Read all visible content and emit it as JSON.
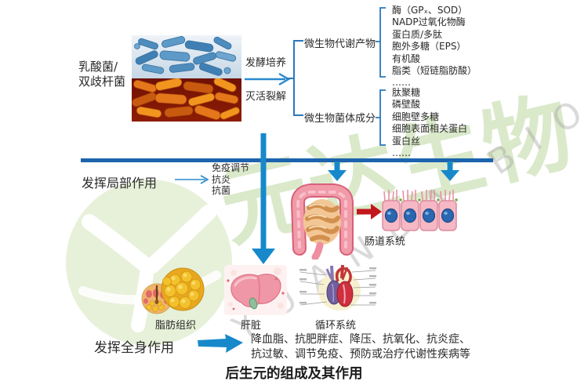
{
  "title": "后生元的组成及其作用",
  "source": {
    "label_line1": "乳酸菌/",
    "label_line2": "双歧杆菌"
  },
  "process": {
    "above_arrow": "发酵培养",
    "below_arrow": "灭活裂解"
  },
  "branches": [
    {
      "label": "微生物代谢产物",
      "items": [
        "酶（GPₓ、SOD）",
        "NADP过氧化物酶",
        "蛋白质/多肽",
        "胞外多糖（EPS）",
        "有机酸",
        "脂类（短链脂肪酸）",
        "……"
      ]
    },
    {
      "label": "微生物菌体成分",
      "items": [
        "肽聚糖",
        "磷壁酸",
        "细胞壁多糖",
        "细胞表面相关蛋白",
        "蛋白丝",
        "……"
      ]
    }
  ],
  "local_effect": {
    "label": "发挥局部作用",
    "effects": [
      "免疫调节",
      "抗炎",
      "抗菌"
    ]
  },
  "gut_label": "肠道系统",
  "organs": [
    {
      "label": "脂肪组织"
    },
    {
      "label": "肝脏"
    },
    {
      "label": "循环系统"
    }
  ],
  "systemic_effect": {
    "label": "发挥全身作用",
    "line1": "降血脂、抗肥胖症、降压、抗氧化、抗炎症、",
    "line2": "抗过敏、调节免疫、预防或治疗代谢性疾病等"
  },
  "watermark": {
    "cn": "元达生物",
    "en": "YUANDA BIO"
  },
  "colors": {
    "arrow_blue": "#1789cb",
    "divider_blue": "#1d64ae",
    "bracket_blue": "#2a78bc",
    "red_arrow": "#c2171b",
    "text": "#2a2a2a",
    "watermark_green": "#a3c77a"
  }
}
